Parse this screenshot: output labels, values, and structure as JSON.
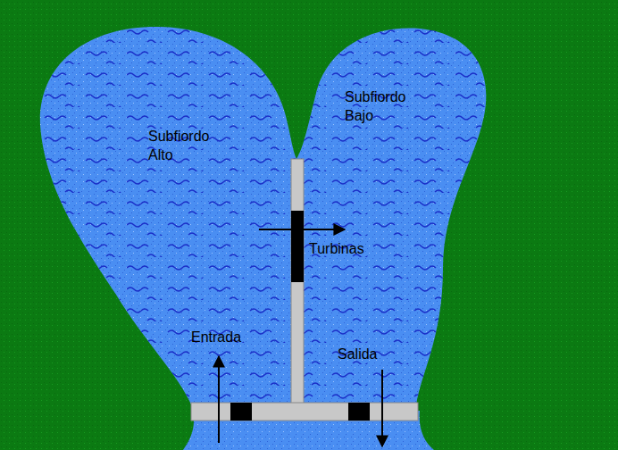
{
  "diagram": {
    "labels": [
      "Subfiordo Alto",
      "Subfiordo Bajo",
      "Turbinas",
      "Entrada",
      "Salida"
    ]
  }
}
